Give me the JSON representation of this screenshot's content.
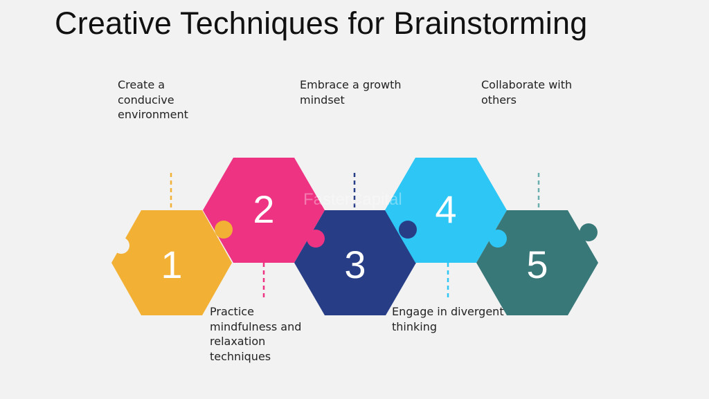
{
  "title": "Creative Techniques for Brainstorming",
  "watermark": "FasterCapital",
  "steps": [
    {
      "number": "1",
      "text": "Create a conducive environment",
      "color": "#f2b134"
    },
    {
      "number": "2",
      "text": "Practice mindfulness and relaxation techniques",
      "color": "#ee3383"
    },
    {
      "number": "3",
      "text": "Embrace a growth mindset",
      "color": "#273e87"
    },
    {
      "number": "4",
      "text": "Engage in divergent thinking",
      "color": "#2ec6f4"
    },
    {
      "number": "5",
      "text": "Collaborate with others",
      "color": "#397878"
    }
  ]
}
